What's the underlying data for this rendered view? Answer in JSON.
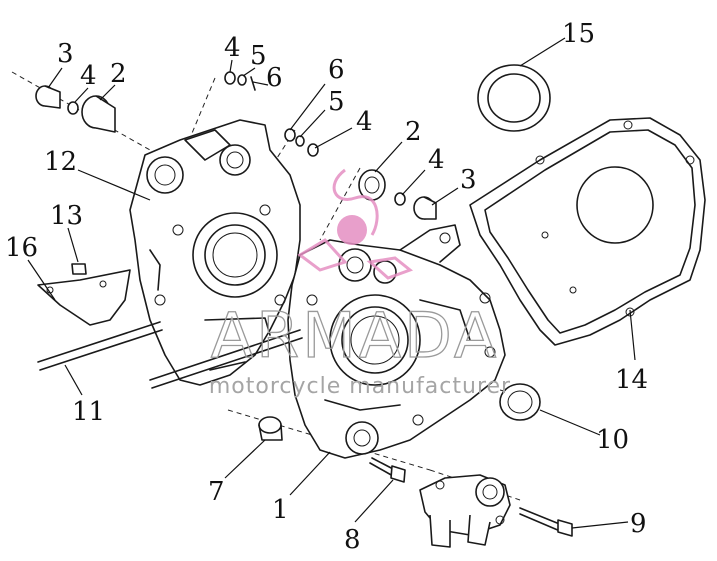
{
  "watermark": {
    "brand": "ARMADA",
    "tagline": "motorcycle manufacturer",
    "logo_color": "#e58fc2",
    "text_color": "#9a9a9a"
  },
  "callouts": [
    {
      "id": "c3a",
      "label": "3"
    },
    {
      "id": "c4a",
      "label": "4"
    },
    {
      "id": "c2a",
      "label": "2"
    },
    {
      "id": "c4b",
      "label": "4"
    },
    {
      "id": "c5a",
      "label": "5"
    },
    {
      "id": "c6a",
      "label": "6"
    },
    {
      "id": "c6b",
      "label": "6"
    },
    {
      "id": "c5b",
      "label": "5"
    },
    {
      "id": "c4c",
      "label": "4"
    },
    {
      "id": "c2b",
      "label": "2"
    },
    {
      "id": "c4d",
      "label": "4"
    },
    {
      "id": "c3b",
      "label": "3"
    },
    {
      "id": "c12",
      "label": "12"
    },
    {
      "id": "c13",
      "label": "13"
    },
    {
      "id": "c16",
      "label": "16"
    },
    {
      "id": "c11",
      "label": "11"
    },
    {
      "id": "c15",
      "label": "15"
    },
    {
      "id": "c14",
      "label": "14"
    },
    {
      "id": "c10",
      "label": "10"
    },
    {
      "id": "c7",
      "label": "7"
    },
    {
      "id": "c1",
      "label": "1"
    },
    {
      "id": "c8",
      "label": "8"
    },
    {
      "id": "c9",
      "label": "9"
    }
  ]
}
